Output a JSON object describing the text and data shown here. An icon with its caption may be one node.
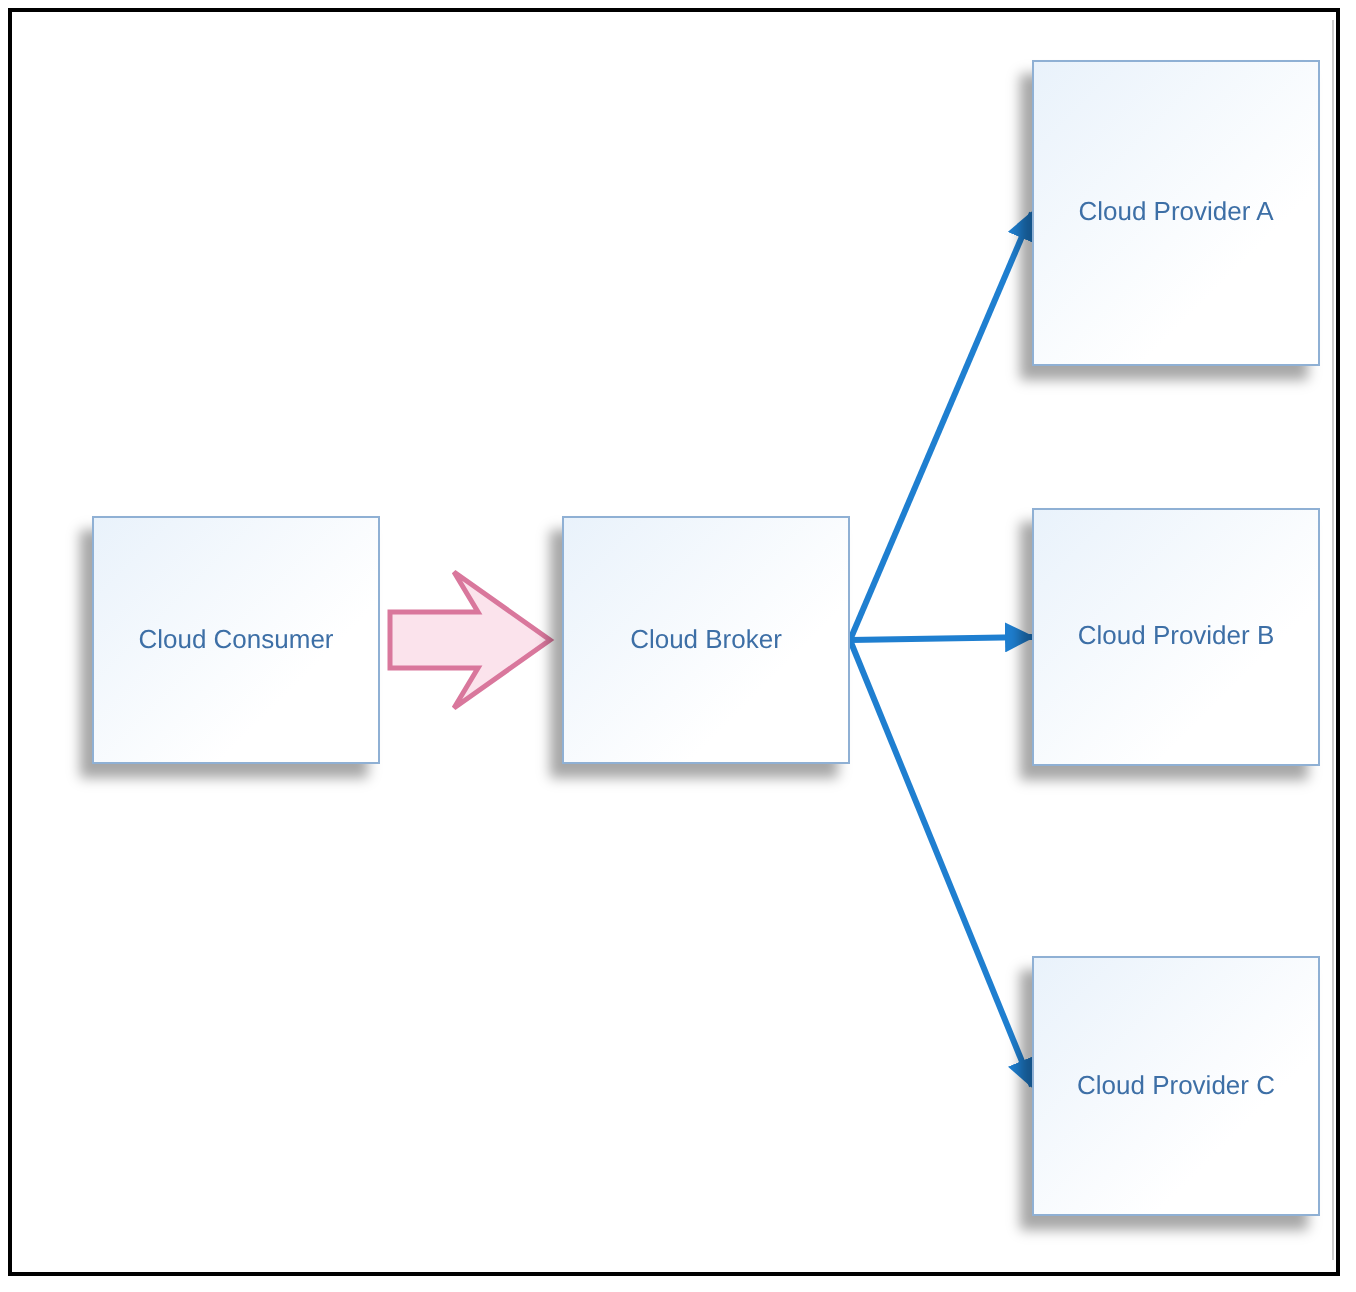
{
  "diagram": {
    "nodes": [
      {
        "text": [
          "Cloud Consumer"
        ]
      },
      {
        "text": [
          "Cloud Broker"
        ]
      },
      {
        "text": [
          "Cloud Provider A"
        ]
      },
      {
        "text": [
          "Cloud Provider B"
        ]
      },
      {
        "text": [
          "Cloud Provider C"
        ]
      }
    ],
    "edges": [
      {
        "from": 0,
        "to": 1,
        "arrow": "to",
        "style": "thick",
        "color": "#d9779c"
      },
      {
        "from": 1,
        "to": 2,
        "arrow": "to"
      },
      {
        "from": 1,
        "to": 3,
        "arrow": "to"
      },
      {
        "from": 1,
        "to": 4,
        "arrow": "to"
      }
    ]
  }
}
